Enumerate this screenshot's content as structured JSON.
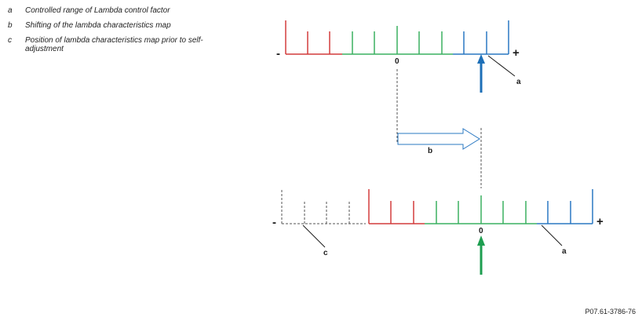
{
  "legend": [
    {
      "key": "a",
      "text": "Controlled range of Lambda control factor"
    },
    {
      "key": "b",
      "text": "Shifting of the lambda characteristics map"
    },
    {
      "key": "c",
      "text": "Position of lambda characteristics map prior to self-adjustment"
    }
  ],
  "diagram": {
    "top_scale": {
      "minus": "-",
      "plus": "+",
      "zero": "0",
      "callout": "a"
    },
    "shift": {
      "callout": "b"
    },
    "bottom_scale": {
      "minus": "-",
      "plus": "+",
      "zero": "0",
      "callout_range": "a",
      "callout_prior": "c"
    }
  },
  "colors": {
    "red": "#d23c3c",
    "green": "#3ab060",
    "blue": "#2a78c2",
    "dark_blue": "#1d6fb7",
    "green_arrow": "#1e9e50",
    "gray": "#555555"
  },
  "reference": "P07.61-3786-76"
}
